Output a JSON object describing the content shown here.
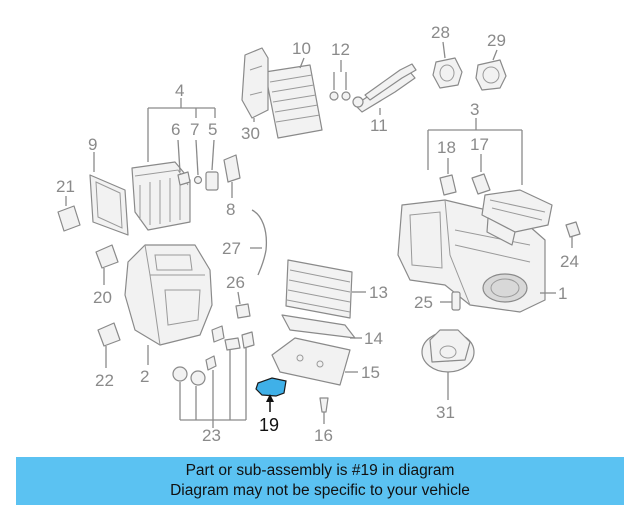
{
  "diagram": {
    "callouts": {
      "c1": "1",
      "c2": "2",
      "c3": "3",
      "c4": "4",
      "c5": "5",
      "c6": "6",
      "c7": "7",
      "c8": "8",
      "c9": "9",
      "c10": "10",
      "c11": "11",
      "c12": "12",
      "c13": "13",
      "c14": "14",
      "c15": "15",
      "c16": "16",
      "c17": "17",
      "c18": "18",
      "c19": "19",
      "c20": "20",
      "c21": "21",
      "c22": "22",
      "c23": "23",
      "c24": "24",
      "c25": "25",
      "c26": "26",
      "c27": "27",
      "c28": "28",
      "c29": "29",
      "c30": "30",
      "c31": "31"
    },
    "highlighted_part": "19",
    "colors": {
      "highlight": "#3fb0e8",
      "banner": "#5bc2f2",
      "line": "#8a8a8a"
    }
  },
  "banner": {
    "line1": "Part or sub-assembly is #19 in diagram",
    "line2": "Diagram may not be specific to your vehicle"
  }
}
